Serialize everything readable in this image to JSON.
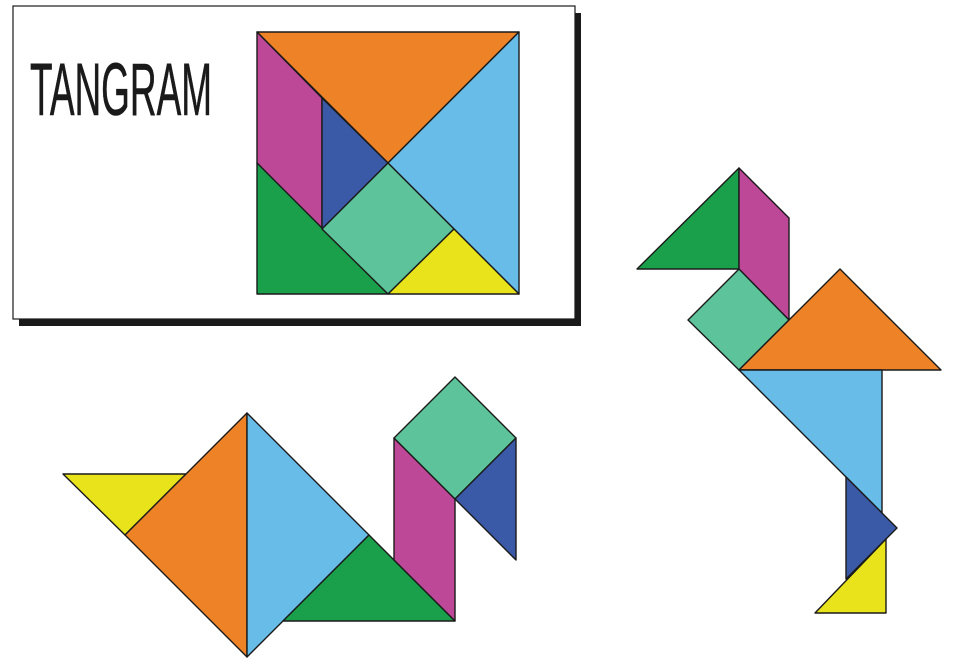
{
  "title": "TANGRAM",
  "colors": {
    "orange": "#ee8226",
    "magenta": "#be4898",
    "navy": "#3a5aa8",
    "light_blue": "#67bce8",
    "green": "#1aa04a",
    "teal": "#5cc39a",
    "yellow": "#e8e31b",
    "outline": "#1a1a1a",
    "card_shadow": "#1a1a1a"
  },
  "figures": [
    {
      "name": "square-puzzle",
      "pieces": [
        "large-triangle-orange",
        "large-triangle-light-blue",
        "parallelogram-magenta",
        "small-triangle-navy",
        "medium-triangle-green",
        "square-teal",
        "small-triangle-yellow"
      ]
    },
    {
      "name": "swan-figure",
      "pieces": [
        "small-triangle-yellow",
        "large-triangle-orange",
        "large-triangle-light-blue",
        "medium-triangle-green",
        "parallelogram-magenta",
        "square-teal",
        "small-triangle-navy"
      ]
    },
    {
      "name": "bird-figure",
      "pieces": [
        "medium-triangle-green",
        "parallelogram-magenta",
        "square-teal",
        "large-triangle-orange",
        "large-triangle-light-blue",
        "small-triangle-navy",
        "small-triangle-yellow"
      ]
    }
  ]
}
